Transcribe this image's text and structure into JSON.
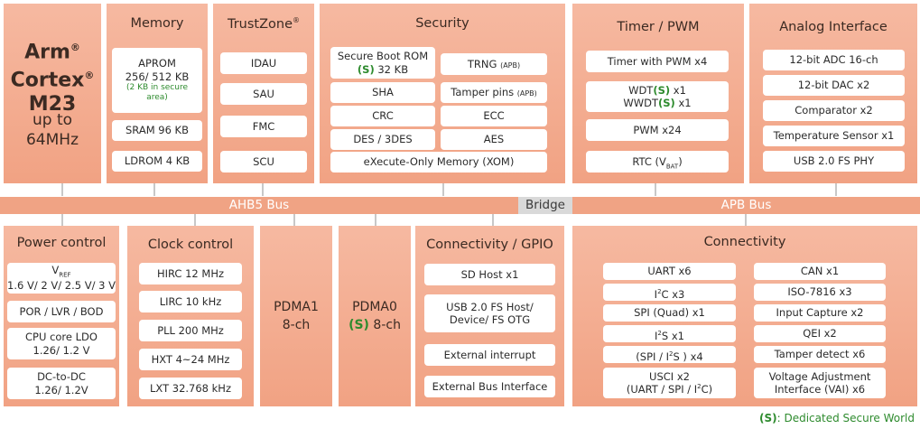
{
  "cpu": {
    "line1": "Arm",
    "line2": "Cortex",
    "line3": "M23",
    "line4": "up to",
    "line5": "64MHz",
    "reg": "®"
  },
  "memory": {
    "title": "Memory",
    "aprom_l1": "APROM",
    "aprom_l2": "256/ 512 KB",
    "aprom_note1": "(2 KB in secure",
    "aprom_note2": "area)",
    "sram": "SRAM 96 KB",
    "ldrom": "LDROM 4 KB"
  },
  "trustzone": {
    "title": "TrustZone",
    "reg": "®",
    "items": [
      "IDAU",
      "SAU",
      "FMC",
      "SCU"
    ]
  },
  "security": {
    "title": "Security",
    "boot_l1": "Secure Boot ROM",
    "boot_s": "(S)",
    "boot_size": "32 KB",
    "trng": "TRNG",
    "trng_sub": "(APB)",
    "sha": "SHA",
    "tamper": "Tamper pins",
    "tamper_sub": "(APB)",
    "crc": "CRC",
    "ecc": "ECC",
    "des": "DES / 3DES",
    "aes": "AES",
    "xom": "eXecute-Only Memory (XOM)"
  },
  "timer": {
    "title": "Timer / PWM",
    "tpwm": "Timer with PWM x4",
    "wdt_a": "WDT",
    "wdt_s": "(S)",
    "wdt_b": "x1",
    "wwdt_a": "WWDT",
    "wwdt_s": "(S)",
    "wwdt_b": "x1",
    "pwm": "PWM x24",
    "rtc_a": "RTC (V",
    "rtc_sub": "BAT",
    "rtc_b": ")"
  },
  "analog": {
    "title": "Analog Interface",
    "items": [
      "12-bit ADC 16-ch",
      "12-bit DAC x2",
      "Comparator x2",
      "Temperature Sensor x1",
      "USB 2.0 FS PHY"
    ]
  },
  "bus": {
    "ahb": "AHB5 Bus",
    "bridge": "Bridge",
    "apb": "APB Bus"
  },
  "power": {
    "title": "Power control",
    "vref_v": "V",
    "vref_sub": "REF",
    "vref_vals": "1.6 V/ 2 V/ 2.5 V/ 3 V",
    "por": "POR / LVR / BOD",
    "ldo_l1": "CPU core LDO",
    "ldo_l2": "1.26/ 1.2 V",
    "dcdc_l1": "DC-to-DC",
    "dcdc_l2": "1.26/ 1.2V"
  },
  "clock": {
    "title": "Clock control",
    "items": [
      "HIRC 12 MHz",
      "LIRC 10 kHz",
      "PLL 200 MHz",
      "HXT 4~24 MHz",
      "LXT 32.768 kHz"
    ]
  },
  "pdma1": {
    "l1": "PDMA1",
    "l2": "8-ch"
  },
  "pdma0": {
    "l1": "PDMA0",
    "s": "(S)",
    "l2": "8-ch"
  },
  "conngpio": {
    "title": "Connectivity / GPIO",
    "sd": "SD Host x1",
    "usb_l1": "USB 2.0 FS Host/",
    "usb_l2": "Device/ FS OTG",
    "extint": "External interrupt",
    "extbus": "External Bus Interface"
  },
  "connect": {
    "title": "Connectivity",
    "left": {
      "uart": "UART x6",
      "i2c_a": "I",
      "i2c_sup": "2",
      "i2c_b": "C x3",
      "spi": "SPI (Quad) x1",
      "i2s_a": "I",
      "i2s_sup": "2",
      "i2s_b": "S x1",
      "spii2s_a": "(SPI / I",
      "spii2s_sup": "2",
      "spii2s_b": "S )  x4",
      "usci_l1": "USCI x2",
      "usci_l2a": "(UART / SPI / I",
      "usci_sup": "2",
      "usci_l2b": "C)"
    },
    "right": [
      "CAN x1",
      "ISO-7816 x3",
      "Input Capture x2",
      "QEI x2",
      "Tamper detect  x6"
    ],
    "vai_l1": "Voltage Adjustment",
    "vai_l2": "Interface (VAI)  x6"
  },
  "legend": {
    "s": "(S)",
    "text": ": Dedicated Secure World"
  },
  "colors": {
    "block": "#f1a283",
    "bus": "#f1a283",
    "secure": "#2e8b2e"
  }
}
